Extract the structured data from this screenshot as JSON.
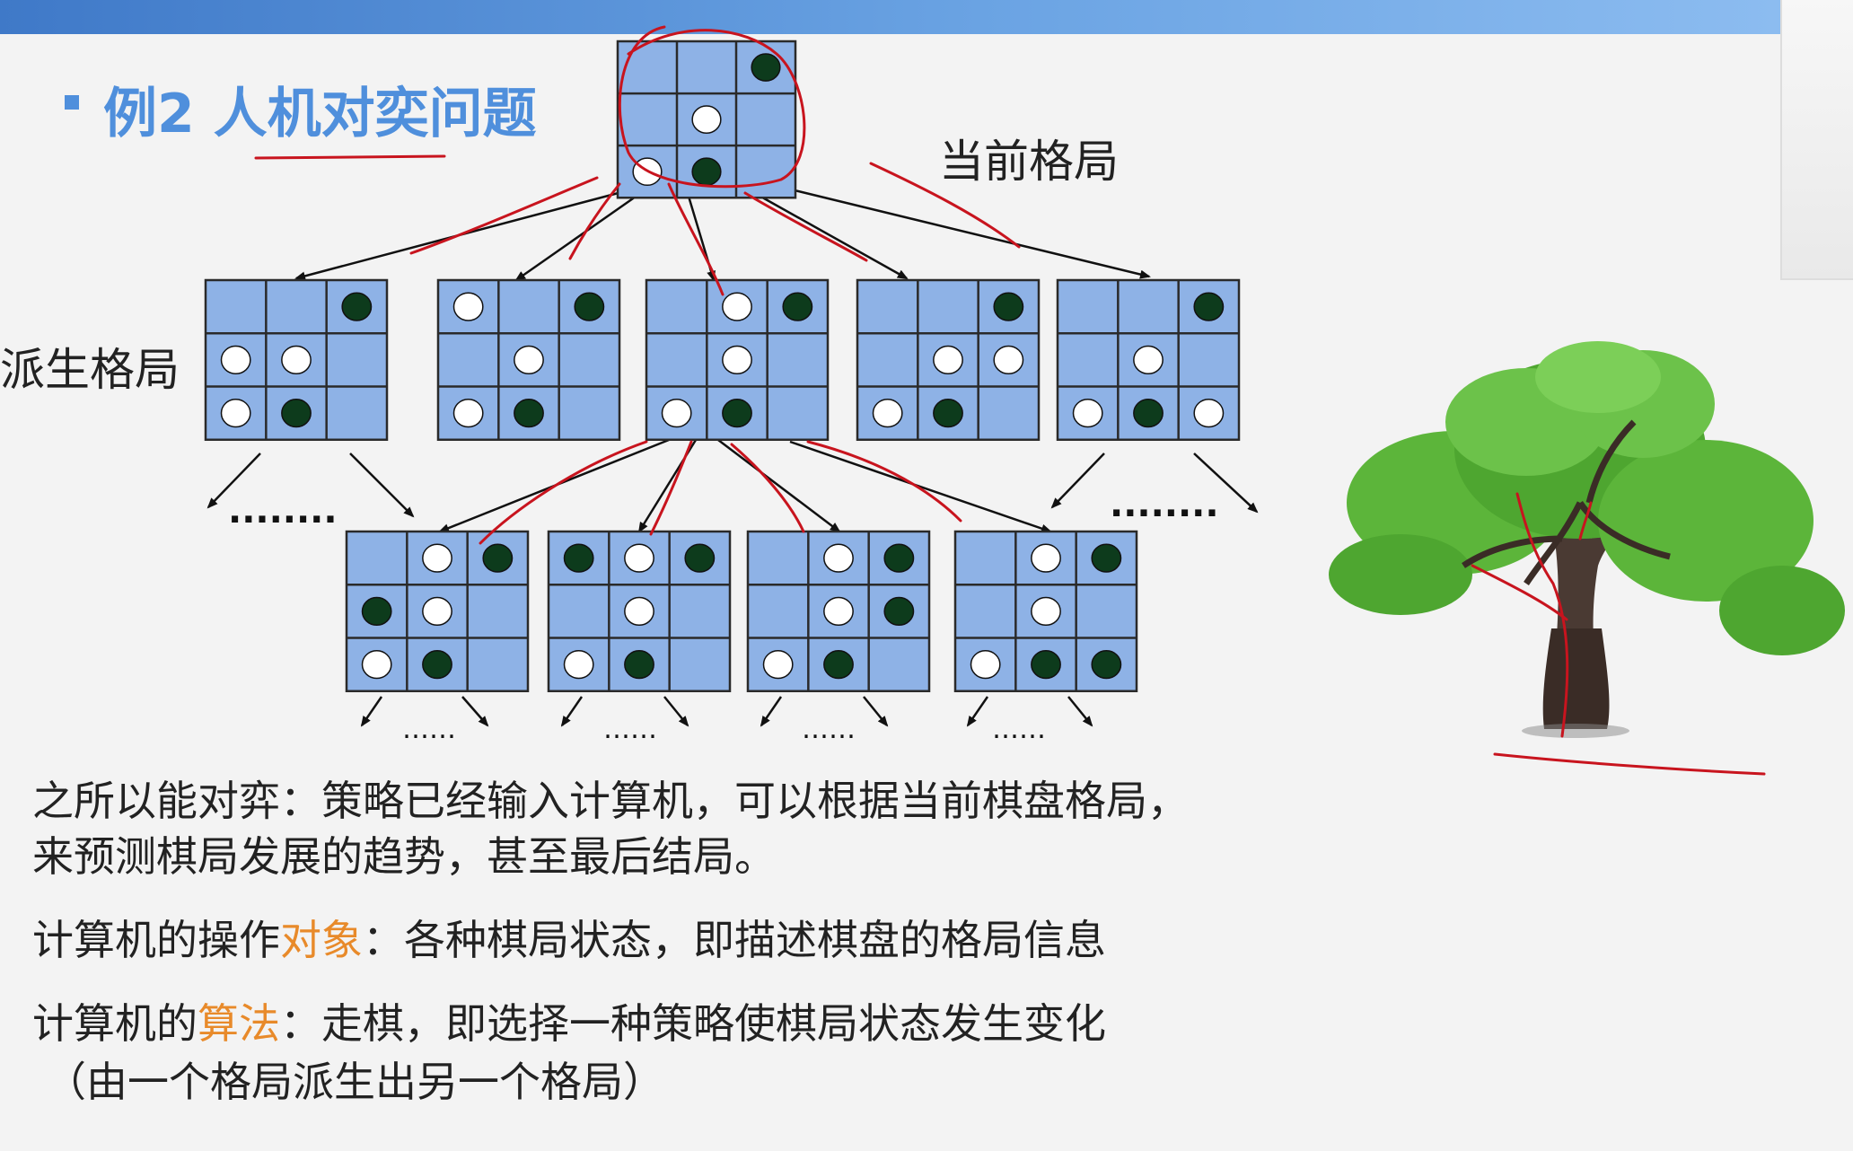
{
  "slide": {
    "title": "例2  人机对奕问题",
    "label_current": "当前格局",
    "label_derived": "派生格局",
    "ellipsis": "........",
    "ellipsis_small": "……",
    "para1_line1": "之所以能对弈：策略已经输入计算机，可以根据当前棋盘格局，",
    "para1_line2": "来预测棋局发展的趋势，甚至最后结局。",
    "para2_prefix": "计算机的操作",
    "para2_highlight": "对象",
    "para2_suffix": "：各种棋局状态，即描述棋盘的格局信息",
    "para3_prefix": "计算机的",
    "para3_highlight": "算法",
    "para3_suffix": "：走棋，即选择一种策略使棋局状态发生变化",
    "para3_line2": "（由一个格局派生出另一个格局）"
  },
  "colors": {
    "title": "#4f8fdc",
    "highlight": "#e88a2a",
    "cell": "#8eb2e6",
    "grid": "#2a2a2a",
    "black_piece": "#0d3b1c",
    "white_piece": "#ffffff",
    "annotation": "#c8141e"
  },
  "boards": {
    "current": [
      "..B",
      ".W.",
      "WB."
    ],
    "derived": [
      [
        "..B",
        "WW.",
        "WB."
      ],
      [
        "W.B",
        ".W.",
        "WB."
      ],
      [
        ".WB",
        ".W.",
        "WB."
      ],
      [
        "..B",
        ".WW",
        "WB."
      ],
      [
        "..B",
        ".W.",
        "WBW"
      ]
    ],
    "third": [
      [
        ".WB",
        "BW.",
        "WB."
      ],
      [
        "BWB",
        ".W.",
        "WB."
      ],
      [
        ".WB",
        ".WB",
        "WB."
      ],
      [
        ".WB",
        ".W.",
        "WBB"
      ]
    ]
  }
}
